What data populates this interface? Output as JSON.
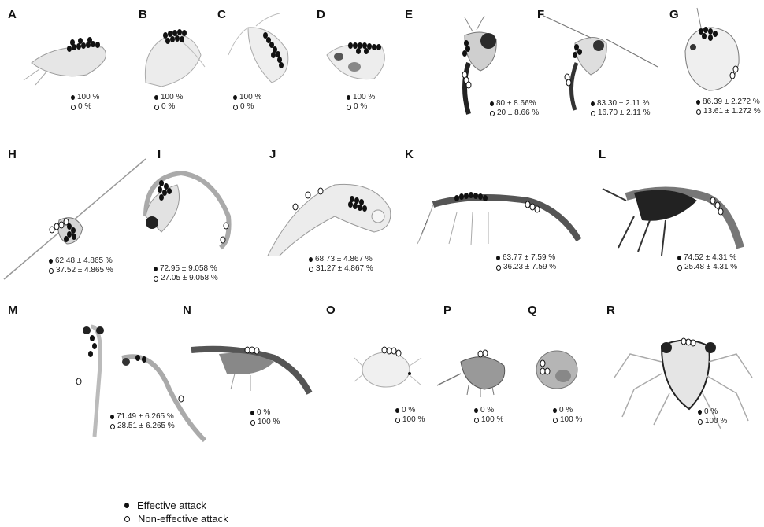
{
  "figure": {
    "legend": {
      "effective": "Effective attack",
      "non_effective": "Non-effective attack"
    },
    "colors": {
      "ink": "#111111",
      "body": "#b9b9b9",
      "dark": "#2a2a2a"
    },
    "panels": [
      {
        "letter": "A",
        "effective": "100 %",
        "non_effective": "0 %",
        "icon": "copepod-icon"
      },
      {
        "letter": "B",
        "effective": "100 %",
        "non_effective": "0 %",
        "icon": "copepod-icon"
      },
      {
        "letter": "C",
        "effective": "100 %",
        "non_effective": "0 %",
        "icon": "copepod-icon"
      },
      {
        "letter": "D",
        "effective": "100 %",
        "non_effective": "0 %",
        "icon": "copepod-icon"
      },
      {
        "letter": "E",
        "effective": "80 ± 8.66%",
        "non_effective": "20 ± 8.66 %",
        "icon": "cladoceran-icon"
      },
      {
        "letter": "F",
        "effective": "83.30 ± 2.11 %",
        "non_effective": "16.70 ± 2.11 %",
        "icon": "cladoceran-icon"
      },
      {
        "letter": "G",
        "effective": "86.39 ± 2.272 %",
        "non_effective": "13.61 ± 1.272 %",
        "icon": "daphnia-icon"
      },
      {
        "letter": "H",
        "effective": "62.48 ± 4.865 %",
        "non_effective": "37.52 ± 4.865 %",
        "icon": "larva-icon"
      },
      {
        "letter": "I",
        "effective": "72.95 ± 9.058 %",
        "non_effective": "27.05 ± 9.058 %",
        "icon": "larva-icon"
      },
      {
        "letter": "J",
        "effective": "68.73 ± 4.867 %",
        "non_effective": "31.27 ± 4.867 %",
        "icon": "shrimp-larva-icon"
      },
      {
        "letter": "K",
        "effective": "63.77 ± 7.59 %",
        "non_effective": "36.23 ± 7.59 %",
        "icon": "shrimp-larva-icon"
      },
      {
        "letter": "L",
        "effective": "74.52 ± 4.31 %",
        "non_effective": "25.48 ± 4.31 %",
        "icon": "shrimp-icon"
      },
      {
        "letter": "M",
        "effective": "71.49 ± 6.265 %",
        "non_effective": "28.51 ± 6.265 %",
        "icon": "mysid-icon"
      },
      {
        "letter": "N",
        "effective": "0 %",
        "non_effective": "100 %",
        "icon": "shrimp-icon"
      },
      {
        "letter": "O",
        "effective": "0 %",
        "non_effective": "100 %",
        "icon": "nauplius-icon"
      },
      {
        "letter": "P",
        "effective": "0 %",
        "non_effective": "100 %",
        "icon": "ostracod-icon"
      },
      {
        "letter": "Q",
        "effective": "0 %",
        "non_effective": "100 %",
        "icon": "egg-icon"
      },
      {
        "letter": "R",
        "effective": "0 %",
        "non_effective": "100 %",
        "icon": "zoea-icon"
      }
    ]
  }
}
